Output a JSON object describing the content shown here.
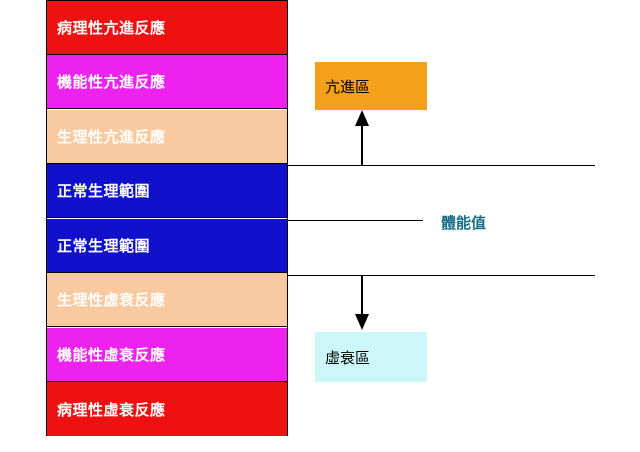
{
  "bands": [
    {
      "label": "病理性亢進反應",
      "color": "#ee1111"
    },
    {
      "label": "機能性亢進反應",
      "color": "#ee22ee"
    },
    {
      "label": "生理性亢進反應",
      "color": "#f9c9a0"
    },
    {
      "label": "正常生理範圍",
      "color": "#1111cc"
    },
    {
      "label": "正常生理範圍",
      "color": "#1111cc"
    },
    {
      "label": "生理性虛衰反應",
      "color": "#f9c9a0"
    },
    {
      "label": "機能性虛衰反應",
      "color": "#ee22ee"
    },
    {
      "label": "病理性虛衰反應",
      "color": "#ee1111"
    }
  ],
  "upper_box": {
    "label": "亢進區",
    "color": "#f5a01a"
  },
  "center_label": "體能值",
  "lower_box": {
    "label": "虛衰區",
    "color": "#ccf6f8"
  }
}
